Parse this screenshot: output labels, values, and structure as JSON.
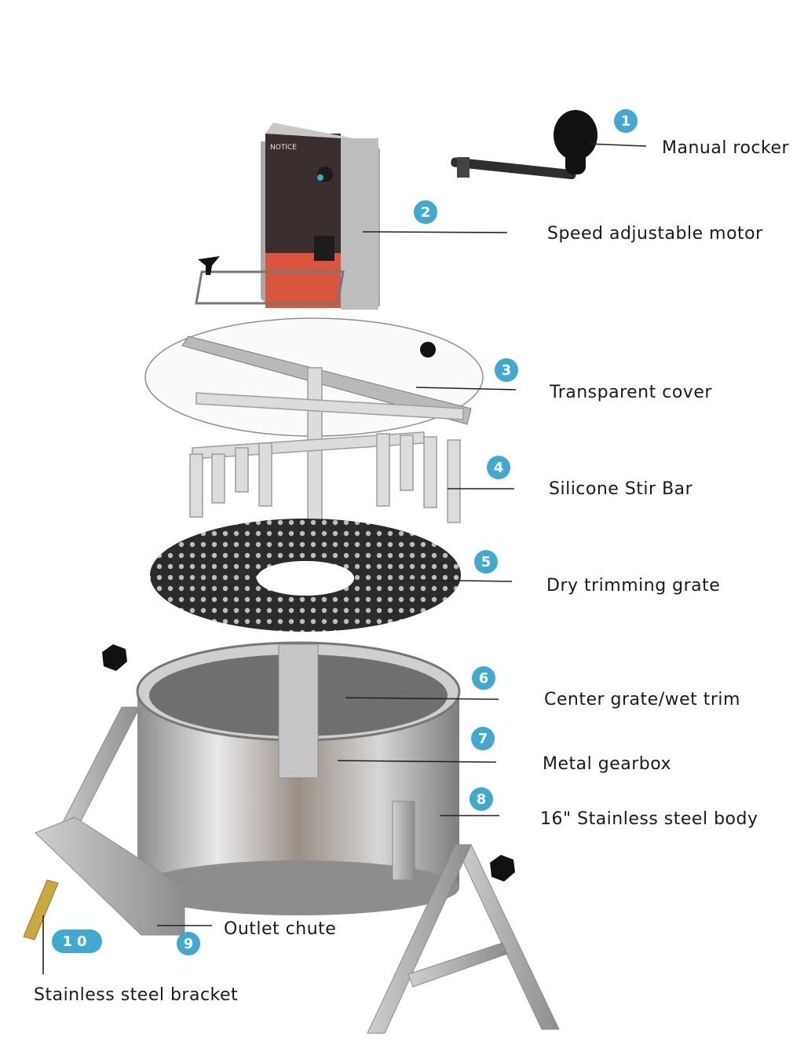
{
  "colors": {
    "badge": "#3fa9cf",
    "leader": "#222222",
    "motor_body": "#3a2f2c",
    "motor_base": "#d9553d",
    "steel": "#b8b8b8"
  },
  "callouts": [
    {
      "number": "1",
      "label": "Manual rocker"
    },
    {
      "number": "2",
      "label": "Speed adjustable motor"
    },
    {
      "number": "3",
      "label": "Transparent cover"
    },
    {
      "number": "4",
      "label": "Silicone Stir Bar"
    },
    {
      "number": "5",
      "label": "Dry trimming grate"
    },
    {
      "number": "6",
      "label": "Center grate/wet trim"
    },
    {
      "number": "7",
      "label": "Metal gearbox"
    },
    {
      "number": "8",
      "label": "16\" Stainless steel body"
    },
    {
      "number": "9",
      "label": "Outlet chute"
    },
    {
      "number": "10",
      "label": "Stainless steel bracket"
    }
  ],
  "motor_notice": "NOTICE"
}
